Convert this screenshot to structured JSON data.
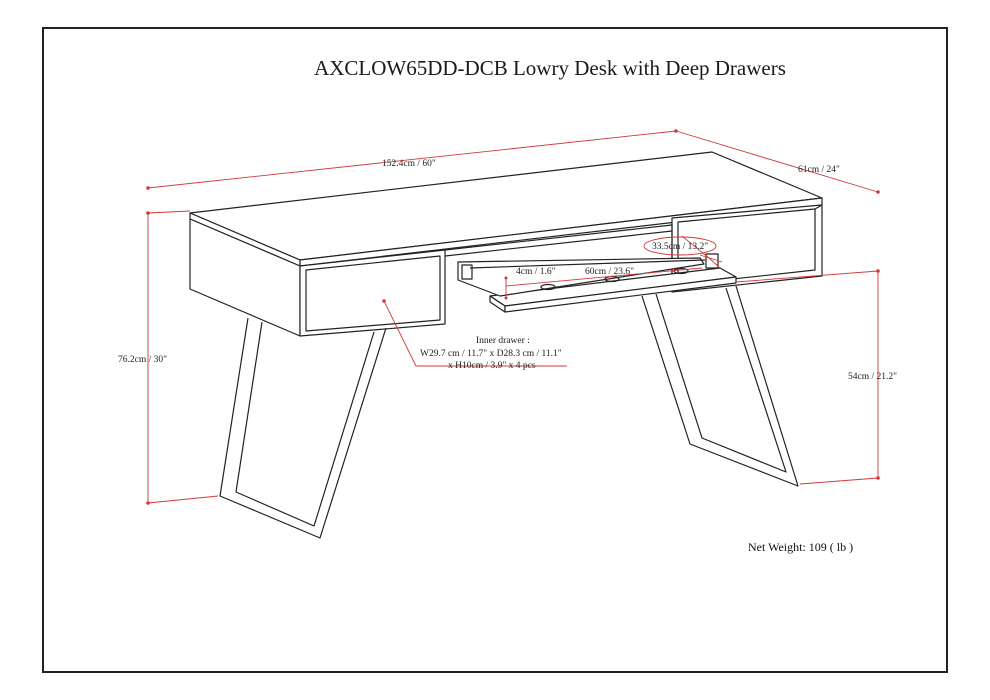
{
  "title": "AXCLOW65DD-DCB Lowry Desk with Deep Drawers",
  "dimensions": {
    "width": "152.4cm / 60\"",
    "depth": "61cm / 24\"",
    "height": "76.2cm / 30\"",
    "leg_clearance": "54cm / 21.2\"",
    "keyboard_tray_depth": "33.5cm / 13.2\"",
    "keyboard_tray_height": "4cm / 1.6\"",
    "keyboard_tray_width": "60cm / 23.6\""
  },
  "inner_drawer": {
    "heading": "Inner drawer :",
    "line1": "W29.7 cm / 11.7\" x D28.3 cm / 11.1\"",
    "line2": "x H10cm / 3.9\" x 4 pcs"
  },
  "net_weight": "Net Weight: 109 ( lb )",
  "colors": {
    "dimension_line": "#d23a3a",
    "drawing_line": "#222222"
  }
}
